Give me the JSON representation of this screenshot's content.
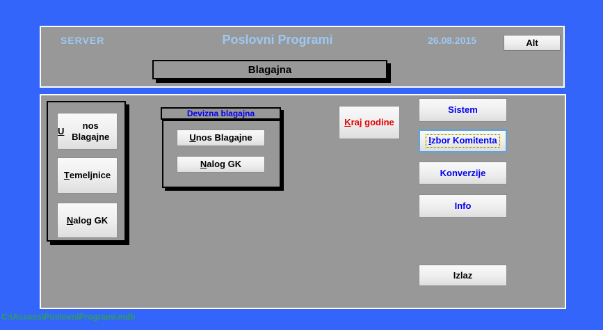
{
  "colors": {
    "background": "#3365fb",
    "panel_gray": "#989898",
    "header_accent_text": "#9cc8f2",
    "menu_link_blue": "#0000f0",
    "warning_red": "#e10000",
    "db_path_green": "#2f9e56",
    "focused_button_border": "#58a4e4"
  },
  "header": {
    "server_label": "SERVER",
    "title": "Poslovni Programi",
    "date": "26.08.2015",
    "alt_button_label": "Alt",
    "module_title": "Blagajna"
  },
  "main": {
    "cash_group": {
      "unos_blagajne_label": "Unos Blagajne",
      "temeljnice_label": "Temeljnice",
      "nalog_gk_label": "Nalog GK"
    },
    "devizna_group": {
      "title": "Devizna blagajna",
      "unos_blagajne_label": "Unos Blagajne",
      "nalog_gk_label": "Nalog GK"
    },
    "kraj_godine_label": "Kraj godine",
    "menu": {
      "sistem_label": "Sistem",
      "izbor_komitenta_label": "Izbor Komitenta",
      "konverzije_label": "Konverzije",
      "info_label": "Info",
      "izlaz_label": "Izlaz"
    }
  },
  "footer": {
    "db_path": "C:\\Access\\PoslovniProgrami.mdb"
  }
}
